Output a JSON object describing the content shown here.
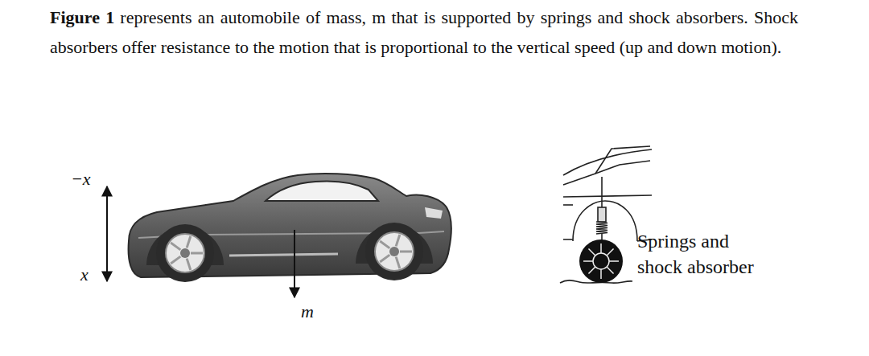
{
  "diagram": {
    "labels": [
      "Figure 1",
      "represents an automobile of mass, m that is supported by springs and shock absorbers. Shock absorbers offer resistance to the motion that is proportional to the vertical speed (up and down motion).",
      "−x",
      "x",
      "m",
      "Springs and shock absorber"
    ]
  }
}
